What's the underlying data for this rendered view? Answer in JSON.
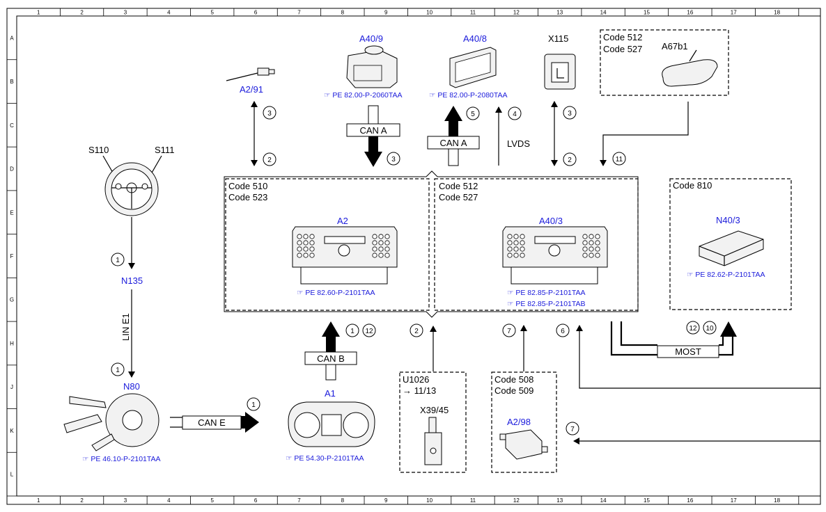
{
  "grid": {
    "columns": [
      "1",
      "2",
      "3",
      "4",
      "5",
      "6",
      "7",
      "8",
      "9",
      "10",
      "11",
      "12",
      "13",
      "14",
      "15",
      "16",
      "17",
      "18"
    ],
    "rows": [
      "A",
      "B",
      "C",
      "D",
      "E",
      "F",
      "G",
      "H",
      "J",
      "K",
      "L"
    ]
  },
  "components": {
    "a2_91": "A2/91",
    "a40_9": "A40/9",
    "a40_8": "A40/8",
    "x115": "X115",
    "a67b1": "A67b1",
    "s110": "S110",
    "s111": "S111",
    "n135": "N135",
    "n80": "N80",
    "a1": "A1",
    "a2": "A2",
    "a40_3": "A40/3",
    "n40_3": "N40/3",
    "x39_45": "X39/45",
    "u1026": "U1026",
    "u1026_ref": "→ 11/13",
    "a2_98": "A2/98"
  },
  "references": {
    "a40_9": "PE 82.00-P-2060TAA",
    "a40_8": "PE 82.00-P-2080TAA",
    "a2": "PE 82.60-P-2101TAA",
    "a40_3_a": "PE 82.85-P-2101TAA",
    "a40_3_b": "PE 82.85-P-2101TAB",
    "n40_3": "PE 82.62-P-2101TAA",
    "n80": "PE 46.10-P-2101TAA",
    "a1": "PE 54.30-P-2101TAA"
  },
  "codes": {
    "top_right_1": "Code 512",
    "top_right_2": "Code 527",
    "a2_box_1": "Code 510",
    "a2_box_2": "Code 523",
    "a40_3_box_1": "Code 512",
    "a40_3_box_2": "Code 527",
    "n40_3_box": "Code 810",
    "a2_98_box_1": "Code 508",
    "a2_98_box_2": "Code 509"
  },
  "buses": {
    "can_a_1": "CAN A",
    "can_a_2": "CAN A",
    "can_b": "CAN B",
    "can_e": "CAN E",
    "lin_e1": "LIN E1",
    "lvds": "LVDS",
    "most": "MOST"
  },
  "markers": {
    "m_a2_91_3": "3",
    "m_a2_91_2": "2",
    "m_a40_9_3": "3",
    "m_a40_8_5": "5",
    "m_lvds_4": "4",
    "m_x115_3": "3",
    "m_x115_2": "2",
    "m_a67_11": "11",
    "m_n135_1": "1",
    "m_n80_1": "1",
    "m_cane_1": "1",
    "m_canb_1": "1",
    "m_canb_12": "12",
    "m_u1026_2": "2",
    "m_a2_98_7": "7",
    "m_right_6": "6",
    "m_most_12": "12",
    "m_most_10": "10",
    "m_a2_98_in_7": "7"
  }
}
